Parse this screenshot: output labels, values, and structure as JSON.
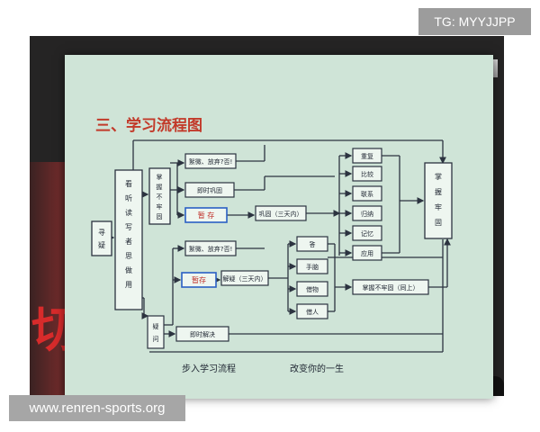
{
  "watermarks": {
    "top": "TG: MYYJJPP",
    "bottom": "www.renren-sports.org"
  },
  "slide": {
    "title": "三、学习流程图",
    "footer_left": "步入学习流程",
    "footer_right": "改变你的一生"
  },
  "diagram": {
    "start": [
      "寻",
      "疑"
    ],
    "method": [
      "看",
      "听",
      "读",
      "写",
      "者",
      "思",
      "做",
      "用"
    ],
    "mastered_left": [
      "掌",
      "握",
      "不",
      "牢",
      "固"
    ],
    "mastered_right": [
      "掌",
      "握",
      "牢",
      "固"
    ],
    "doubt": [
      "疑",
      "问"
    ],
    "upper": {
      "give_up": "絮微、放弃?否!",
      "consolidate_now": "即时巩固",
      "pause": "暂 存",
      "consolidate_3days": "巩固（三天内）"
    },
    "lower": {
      "give_up": "絮微、放弃?否!",
      "pause": "暂存",
      "solve_3days": "解疑（三天内）",
      "solve_now": "即时解决",
      "mastered_same": "掌握不牢固（同上）"
    },
    "review_steps": [
      "重复",
      "比较",
      "联系",
      "归纳",
      "记忆",
      "应用"
    ],
    "solve_methods": [
      "答",
      "手脑",
      "借物",
      "借人"
    ]
  },
  "colors": {
    "slide_bg": "#cfe4d7",
    "title": "#c23a2a",
    "line": "#2c3340",
    "box_fill": "#eef6f0",
    "highlight": "#2a5fc4",
    "highlight_text": "#c0302a"
  }
}
